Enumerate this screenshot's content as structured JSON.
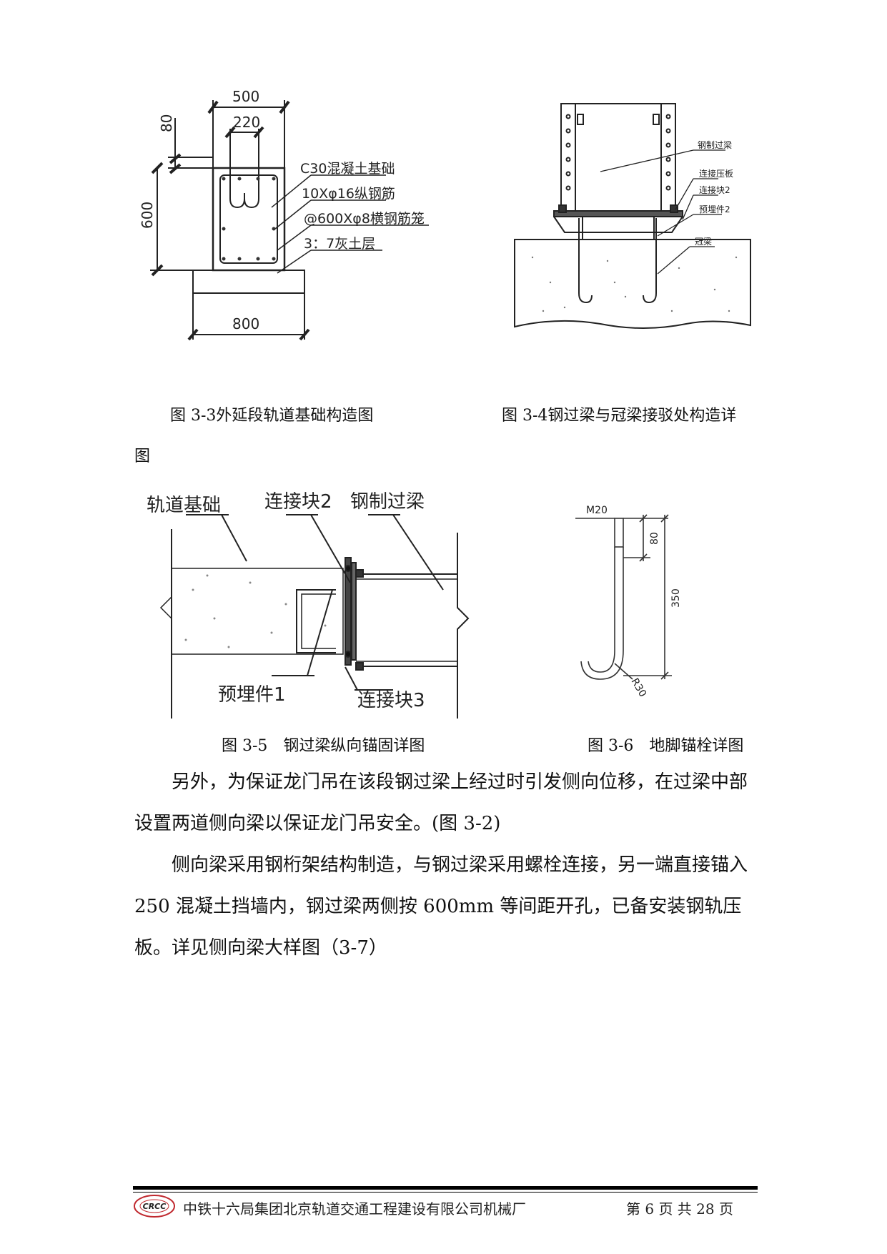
{
  "figures": {
    "fig33": {
      "dims": {
        "d500": "500",
        "d220": "220",
        "d80": "80",
        "d600": "600",
        "d800": "800"
      },
      "labels": {
        "concrete": "C30混凝土基础",
        "longbar": "10Xφ16纵钢筋",
        "stirrup": "@600Xφ8横钢筋笼",
        "soil": "3：7灰土层"
      }
    },
    "fig34": {
      "labels": {
        "beam": "钢制过梁",
        "plate": "连接压板",
        "block2": "连接块2",
        "embed2": "预埋件2",
        "crown": "冠梁"
      }
    },
    "fig35": {
      "labels": {
        "foundation": "轨道基础",
        "block2": "连接块2",
        "beam": "钢制过梁",
        "embed1": "预埋件1",
        "block3": "连接块3"
      }
    },
    "fig36": {
      "labels": {
        "m20": "M20",
        "d80": "80",
        "d350": "350",
        "r30": "R30"
      }
    }
  },
  "captions": {
    "fig33": "图 3-3外延段轨道基础构造图",
    "fig34_line1": "图 3-4钢过梁与冠梁接驳处构造详",
    "fig34_line2": "图",
    "fig35": "图 3-5　钢过梁纵向锚固详图",
    "fig36": "图 3-6　地脚锚栓详图"
  },
  "paragraphs": [
    "另外，为保证龙门吊在该段钢过梁上经过时引发侧向位移，在过梁中部设置两道侧向梁以保证龙门吊安全。(图 3-2)",
    "侧向梁采用钢桁架结构制造，与钢过梁采用螺栓连接，另一端直接锚入 250 混凝土挡墙内，钢过梁两侧按 600mm 等间距开孔，已备安装钢轨压板。详见侧向梁大样图（3-7）"
  ],
  "footer": {
    "logo_text": "CRCC",
    "company": "中铁十六局集团北京轨道交通工程建设有限公司机械厂",
    "page": "第 6 页 共 28 页"
  }
}
